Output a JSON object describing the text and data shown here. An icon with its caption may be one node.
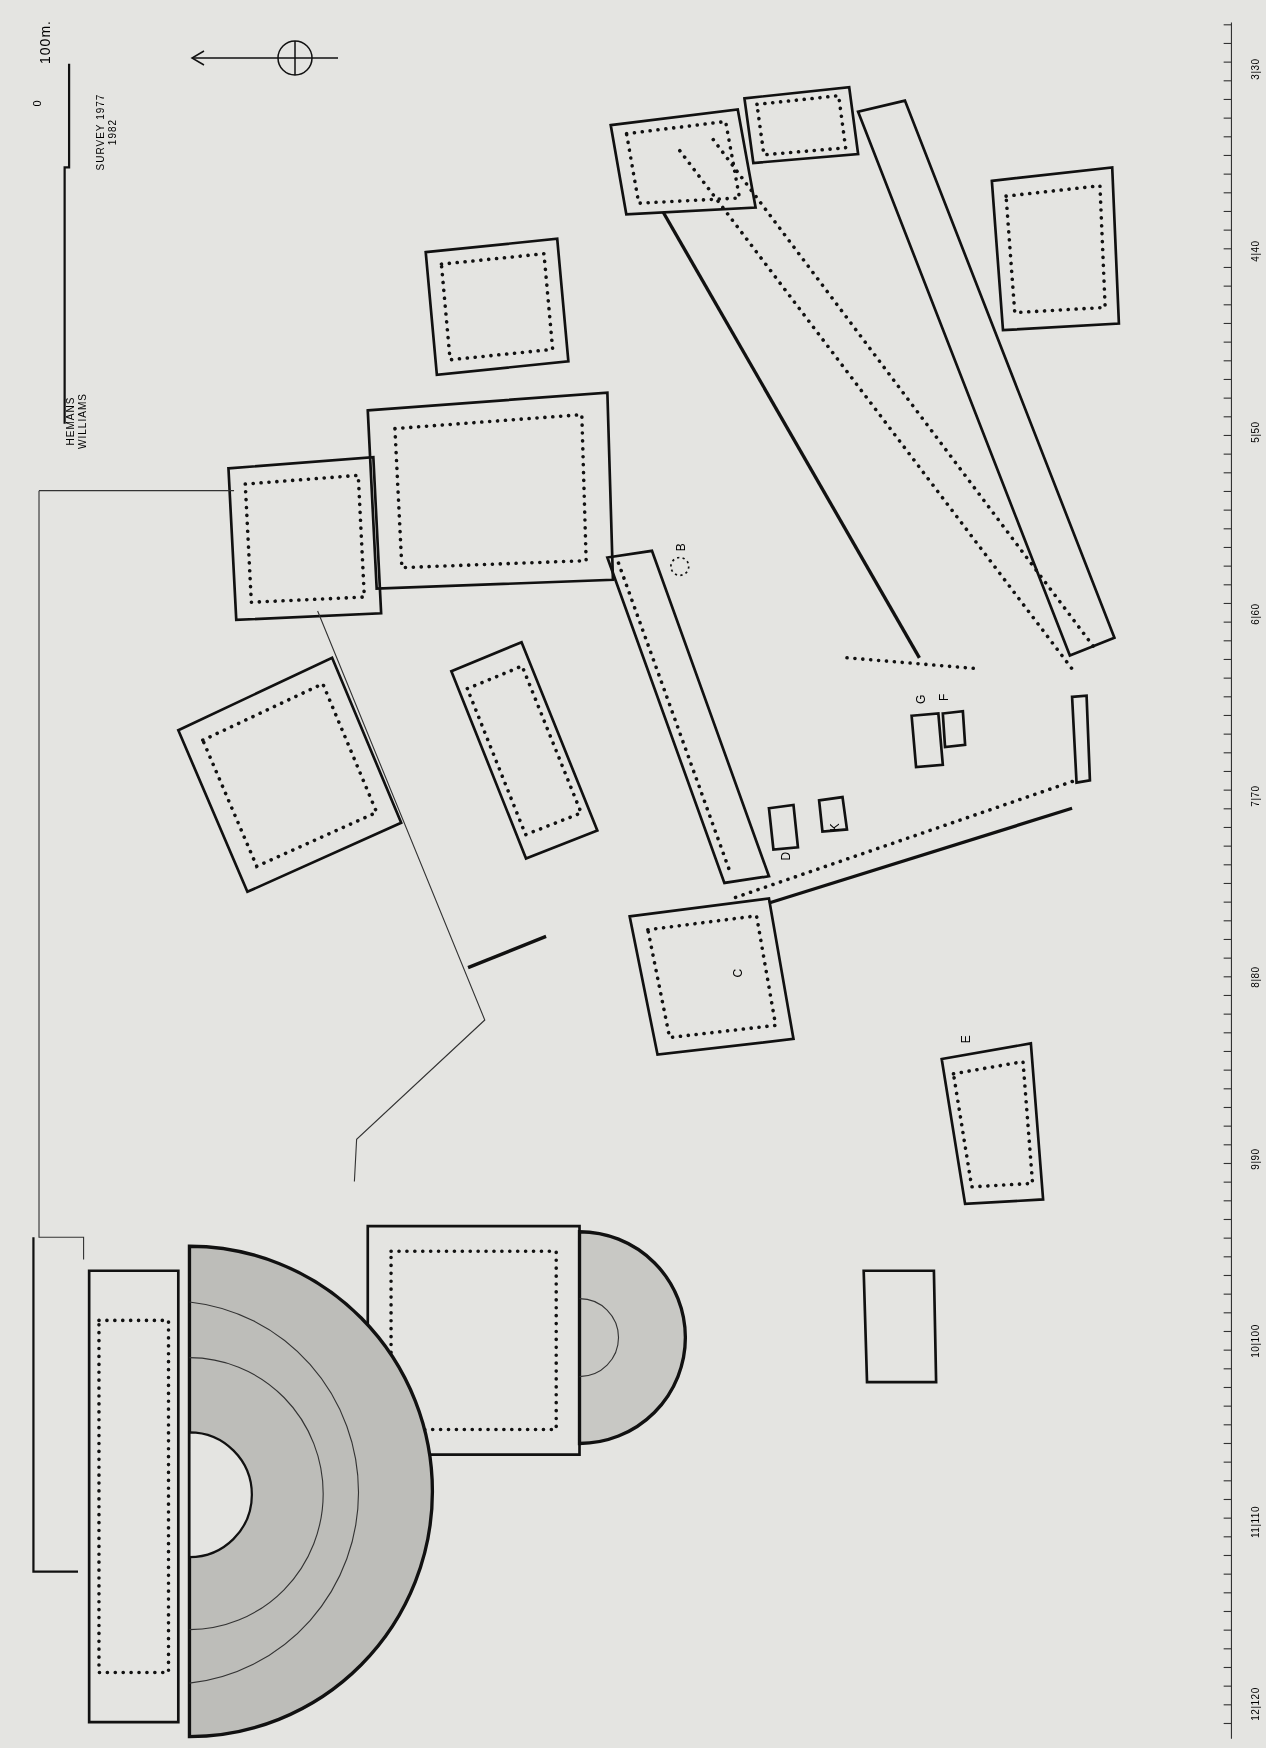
{
  "diagram": {
    "labels": [
      "0",
      "HEMANS WILLIAMS",
      "100m.",
      "SURVEY 1977 1982",
      "B",
      "G",
      "F",
      "K",
      "D",
      "C",
      "E",
      "3|30",
      "4|40",
      "5|50",
      "6|60",
      "7|70",
      "8|80",
      "9|90",
      "10|100",
      "11|110",
      "12|120"
    ]
  }
}
